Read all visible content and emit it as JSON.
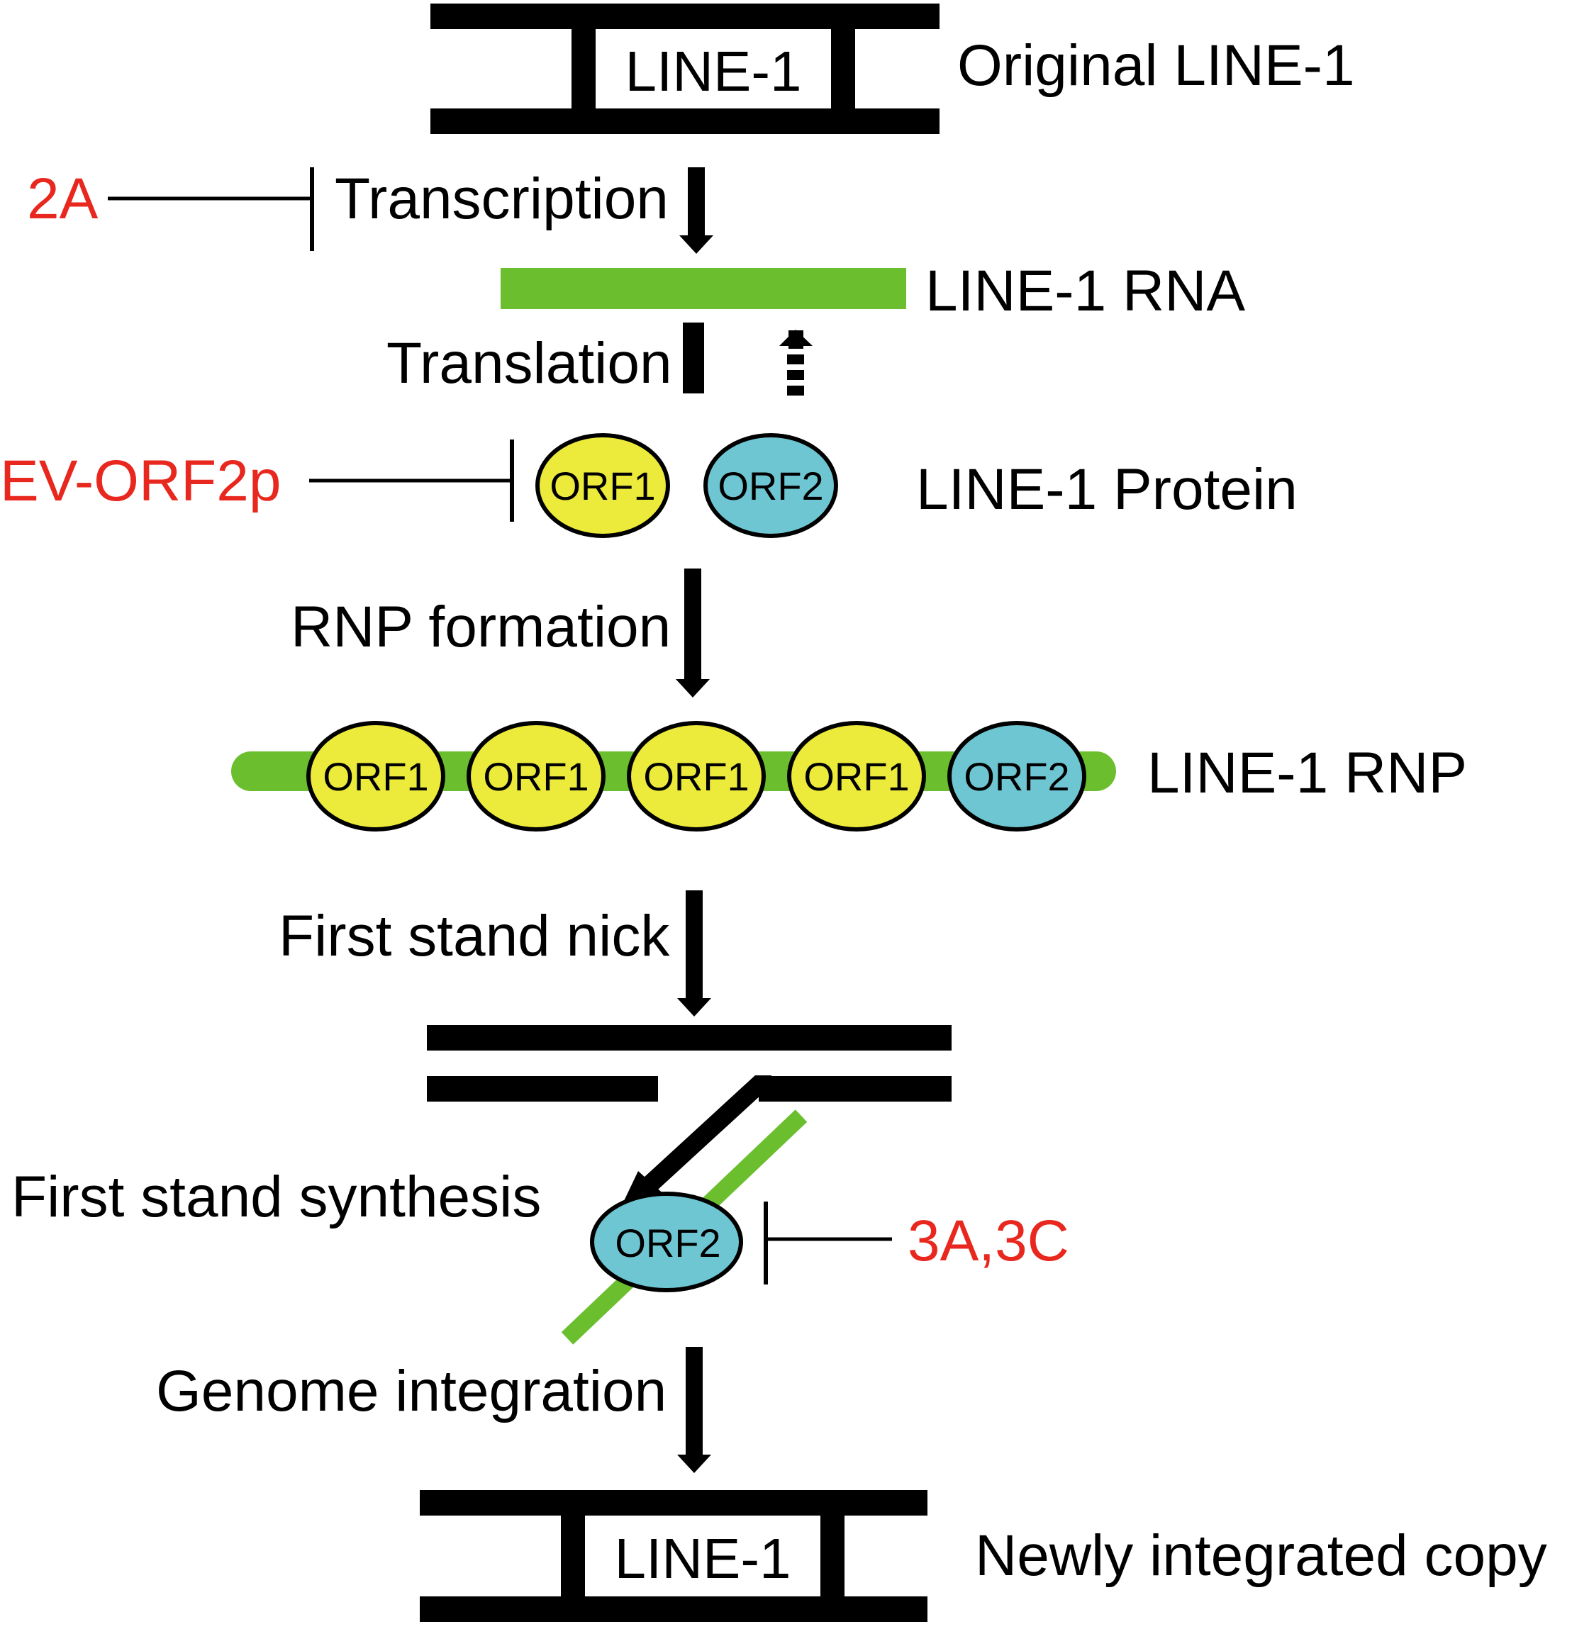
{
  "colors": {
    "black": "#000000",
    "inhibitor": "#e8281e",
    "rna_green": "#6bbf2e",
    "orf1_yellow": "#ecea3a",
    "orf2_cyan": "#6fc6d3"
  },
  "top_element": {
    "box_label": "LINE-1",
    "caption": "Original LINE-1"
  },
  "inhibitors": {
    "transcription": "2A",
    "translation": "EV-ORF2p",
    "synthesis": "3A,3C"
  },
  "steps": {
    "transcription": "Transcription",
    "translation": "Translation",
    "rnp_formation": "RNP formation",
    "first_strand_nick": "First stand nick",
    "first_strand_synthesis": "First stand synthesis",
    "genome_integration": "Genome integration"
  },
  "rna": {
    "caption": "LINE-1 RNA"
  },
  "protein": {
    "orf1": "ORF1",
    "orf2": "ORF2",
    "caption": "LINE-1 Protein"
  },
  "rnp": {
    "proteins": [
      "ORF1",
      "ORF1",
      "ORF1",
      "ORF1",
      "ORF2"
    ],
    "caption": "LINE-1 RNP"
  },
  "synthesis_protein": "ORF2",
  "bottom_element": {
    "box_label": "LINE-1",
    "caption": "Newly integrated copy"
  }
}
